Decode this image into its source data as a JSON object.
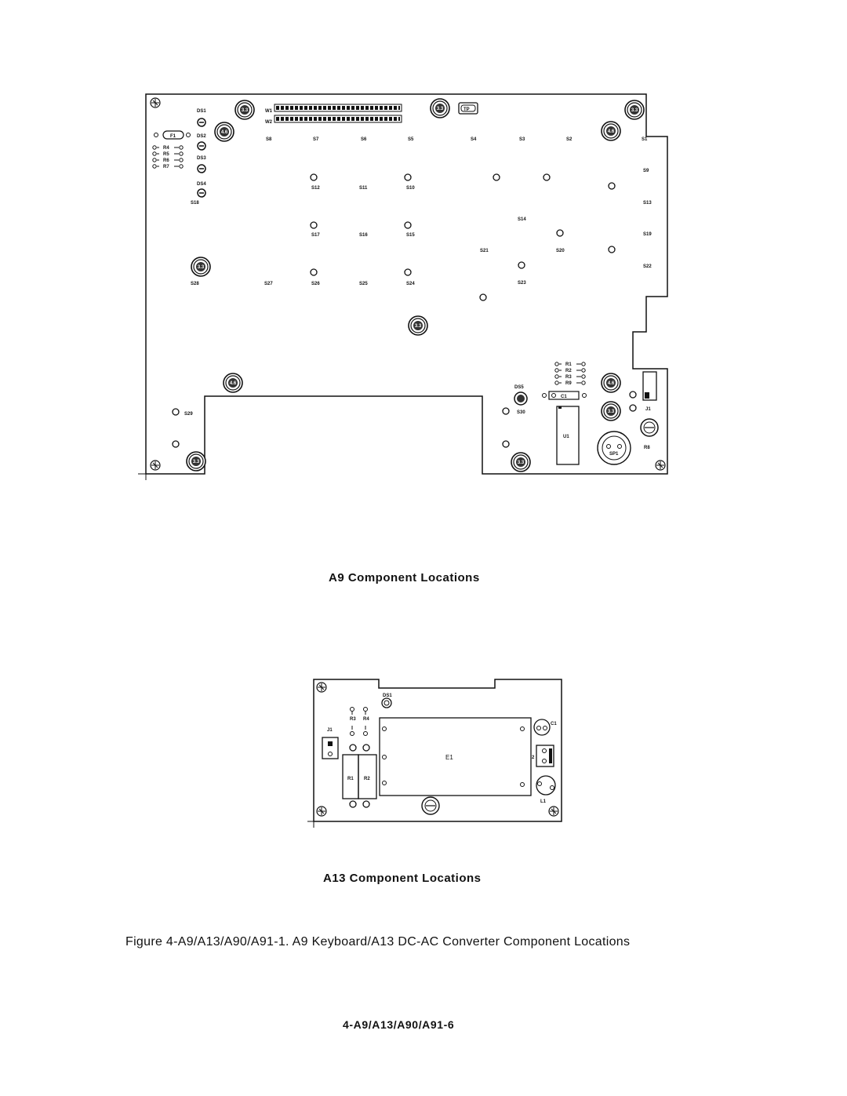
{
  "a9": {
    "caption": "A9 Component Locations",
    "ds_labels": [
      "DS1",
      "DS2",
      "DS3",
      "DS4"
    ],
    "fuse_label": "F1",
    "resistor_labels": [
      "R4",
      "R5",
      "R6",
      "R7"
    ],
    "s18": "S18",
    "connector_labels": [
      "W1",
      "W2"
    ],
    "tp_label": "TP",
    "switch_labels": {
      "s8": "S8",
      "s7": "S7",
      "s6": "S6",
      "s5": "S5",
      "s4": "S4",
      "s3": "S3",
      "s2": "S2",
      "s1": "S1",
      "s9": "S9",
      "s12": "S12",
      "s11": "S11",
      "s10": "S10",
      "s13": "S13",
      "s14": "S14",
      "s17": "S17",
      "s16": "S16",
      "s15": "S15",
      "s19": "S19",
      "s21": "S21",
      "s20": "S20",
      "s22": "S22",
      "s28": "S28",
      "s27": "S27",
      "s26": "S26",
      "s25": "S25",
      "s24": "S24",
      "s23": "S23",
      "s29": "S29",
      "s30": "S30"
    },
    "lower_right": {
      "r_labels": [
        "R1",
        "R2",
        "R3",
        "R9"
      ],
      "ds5": "DS5",
      "c1": "C1",
      "u1": "U1",
      "j1": "J1",
      "r8": "R8",
      "sp1": "SP1"
    },
    "standoff_labels": [
      "3.3",
      "4.6"
    ]
  },
  "a13": {
    "caption": "A13 Component Locations",
    "labels": {
      "ds1": "DS1",
      "r3": "R3",
      "r4": "R4",
      "j1": "J1",
      "c1": "C1",
      "e1": "E1",
      "r1": "R1",
      "r2": "R2",
      "l1": "L1",
      "j2": "2"
    }
  },
  "figure_caption": "Figure 4-A9/A13/A90/A91-1. A9 Keyboard/A13 DC-AC Converter Component Locations",
  "page_number": "4-A9/A13/A90/A91-6"
}
